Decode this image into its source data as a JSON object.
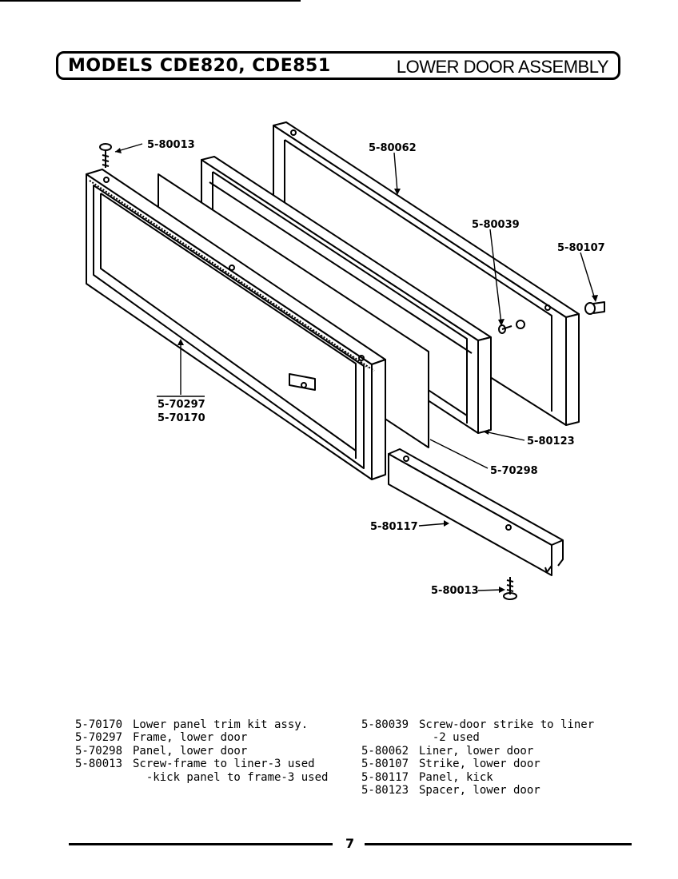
{
  "header": {
    "models": "MODELS CDE820, CDE851",
    "section": "LOWER DOOR ASSEMBLY"
  },
  "callouts": {
    "screw_top": "5-80013",
    "liner": "5-80062",
    "screw_strike": "5-80039",
    "strike": "5-80107",
    "frame": "5-70297",
    "trim_kit": "5-70170",
    "spacer": "5-80123",
    "panel": "5-70298",
    "kick": "5-80117",
    "screw_bottom": "5-80013"
  },
  "parts_left": [
    {
      "num": "5-70170",
      "desc": "Lower panel trim kit assy."
    },
    {
      "num": "5-70297",
      "desc": "Frame, lower door"
    },
    {
      "num": "5-70298",
      "desc": "Panel, lower door"
    },
    {
      "num": "5-80013",
      "desc": "Screw-frame to liner-3 used"
    },
    {
      "num": "",
      "desc": "  -kick panel to frame-3 used"
    }
  ],
  "parts_right": [
    {
      "num": "5-80039",
      "desc": "Screw-door strike to liner"
    },
    {
      "num": "",
      "desc": "  -2 used"
    },
    {
      "num": "5-80062",
      "desc": "Liner, lower door"
    },
    {
      "num": "5-80107",
      "desc": "Strike, lower door"
    },
    {
      "num": "5-80117",
      "desc": "Panel, kick"
    },
    {
      "num": "5-80123",
      "desc": "Spacer, lower door"
    }
  ],
  "footer": {
    "page_number": "7"
  }
}
